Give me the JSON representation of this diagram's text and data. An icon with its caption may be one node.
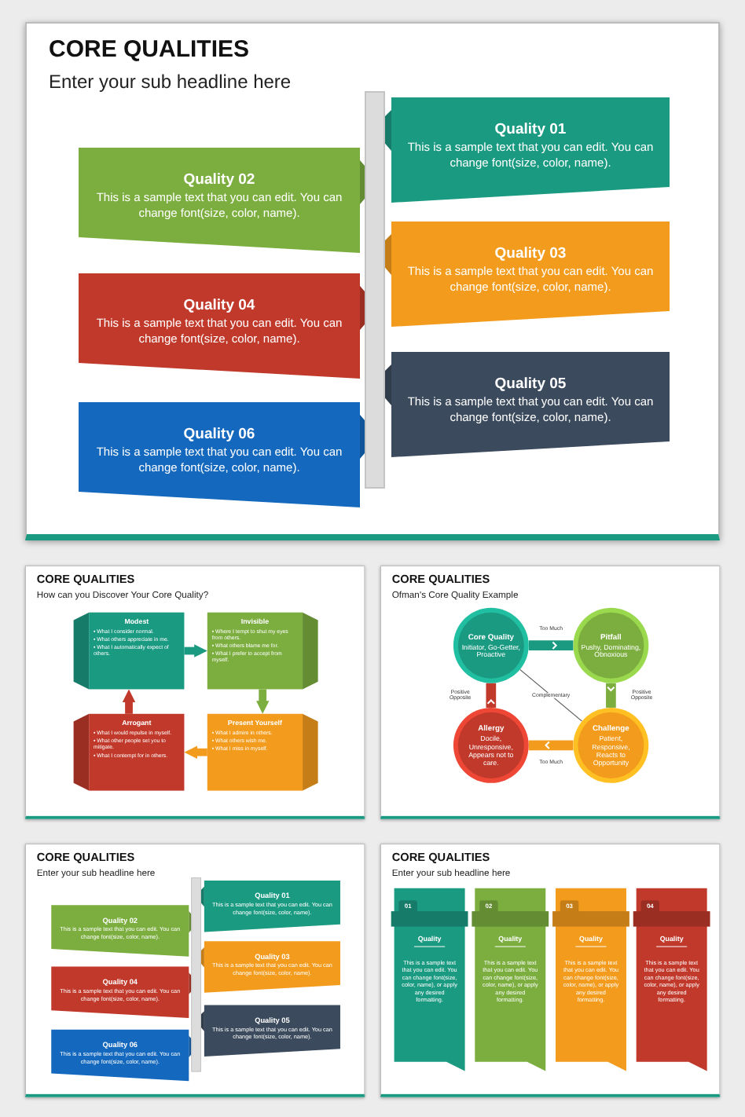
{
  "diagram": {
    "nodes": [
      {
        "text": [
          "CORE QUALITIES",
          "Enter your sub headline here"
        ]
      },
      {
        "text": [
          "Quality 01",
          "This is a sample text that you can edit. You can change font(size, color, name)."
        ],
        "in": 0
      },
      {
        "text": [
          "Quality 02",
          "This is a sample text that you can edit. You can change font(size, color, name)."
        ],
        "in": 0
      },
      {
        "text": [
          "Quality 03",
          "This is a sample text that you can edit. You can change font(size, color, name)."
        ],
        "in": 0
      },
      {
        "text": [
          "Quality 04",
          "This is a sample text that you can edit. You can change font(size, color, name)."
        ],
        "in": 0
      },
      {
        "text": [
          "Quality 05",
          "This is a sample text that you can edit. You can change font(size, color, name)."
        ],
        "in": 0
      },
      {
        "text": [
          "Quality 06",
          "This is a sample text that you can edit. You can change font(size, color, name)."
        ],
        "in": 0
      },
      {
        "text": [
          "CORE QUALITIES",
          "How can you Discover Your Core Quality?"
        ]
      },
      {
        "text": [
          "Modest",
          "• What I consider normal.",
          "• What others appreciate in me.",
          "• What I automatically expect of others."
        ],
        "in": 7
      },
      {
        "text": [
          "Invisible",
          "• Where I tempt to shut my eyes from others.",
          "• What others blame me for.",
          "• What I prefer to accept from myself."
        ],
        "in": 7
      },
      {
        "text": [
          "Arrogant",
          "• What I would repulse in myself.",
          "• What other people set you to mitigate.",
          "• What I contempt for in others."
        ],
        "in": 7
      },
      {
        "text": [
          "Present Yourself",
          "• What I admire in others.",
          "• What others wish me.",
          "• What I miss in myself."
        ],
        "in": 7
      },
      {
        "text": [
          "CORE QUALITIES",
          "Ofman's Core Quality Example"
        ]
      },
      {
        "text": [
          "Core Quality",
          "Initiator, Go-Getter, Proactive"
        ],
        "in": 12
      },
      {
        "text": [
          "Pitfall",
          "Pushy, Dominating, Obnoxious"
        ],
        "in": 12
      },
      {
        "text": [
          "Allergy",
          "Docile, Unresponsive, Appears not to care."
        ],
        "in": 12
      },
      {
        "text": [
          "Challenge",
          "Patient, Responsive, Reacts to Opportunity"
        ],
        "in": 12
      },
      {
        "text": [
          "CORE QUALITIES",
          "Enter your sub headline here"
        ]
      },
      {
        "text": [
          "Quality 01",
          "This is a sample text that you can edit. You can change font(size, color, name)."
        ],
        "in": 17
      },
      {
        "text": [
          "Quality 02",
          "This is a sample text that you can edit. You can change font(size, color, name)."
        ],
        "in": 17
      },
      {
        "text": [
          "Quality 03",
          "This is a sample text that you can edit. You can change font(size, color, name)."
        ],
        "in": 17
      },
      {
        "text": [
          "Quality 04",
          "This is a sample text that you can edit. You can change font(size, color, name)."
        ],
        "in": 17
      },
      {
        "text": [
          "Quality 05",
          "This is a sample text that you can edit. You can change font(size, color, name)."
        ],
        "in": 17
      },
      {
        "text": [
          "Quality 06",
          "This is a sample text that you can edit. You can change font(size, color, name)."
        ],
        "in": 17
      },
      {
        "text": [
          "CORE QUALITIES",
          "Enter your sub headline here"
        ]
      },
      {
        "text": [
          "01",
          "Quality",
          "This is a sample text that you can edit. You can change font(size, color, name), or apply any desired formatting."
        ],
        "in": 24
      },
      {
        "text": [
          "02",
          "Quality",
          "This is a sample text that you can edit. You can change font(size, color, name), or apply any desired formatting."
        ],
        "in": 24
      },
      {
        "text": [
          "03",
          "Quality",
          "This is a sample text that you can edit. You can change font(size, color, name), or apply any desired formatting."
        ],
        "in": 24
      },
      {
        "text": [
          "04",
          "Quality",
          "This is a sample text that you can edit. You can change font(size, color, name), or apply any desired formatting."
        ],
        "in": 24
      },
      {
        "text": [],
        "shape": "bar",
        "in": 0
      },
      {
        "text": [],
        "shape": "bar",
        "in": 17
      }
    ],
    "edges": [
      {
        "from": 8,
        "to": 9,
        "arrow": "to",
        "color": "#1b9a82"
      },
      {
        "from": 9,
        "to": 11,
        "arrow": "to",
        "color": "#7cae3f"
      },
      {
        "from": 11,
        "to": 10,
        "arrow": "to",
        "color": "#f39b1c"
      },
      {
        "from": 10,
        "to": 8,
        "arrow": "to",
        "color": "#c0392b"
      },
      {
        "from": 13,
        "to": 14,
        "arrow": "to",
        "label": "Too Much",
        "color": "#1b9a82"
      },
      {
        "from": 14,
        "to": 16,
        "arrow": "to",
        "label": "Positive Opposite",
        "color": "#7cae3f"
      },
      {
        "from": 16,
        "to": 15,
        "arrow": "to",
        "label": "Too Much",
        "color": "#f39b1c"
      },
      {
        "from": 15,
        "to": 13,
        "arrow": "to",
        "label": "Positive Opposite",
        "color": "#c0392b"
      },
      {
        "from": 13,
        "to": 16,
        "arrow": "none",
        "label": "Complementary"
      }
    ]
  }
}
